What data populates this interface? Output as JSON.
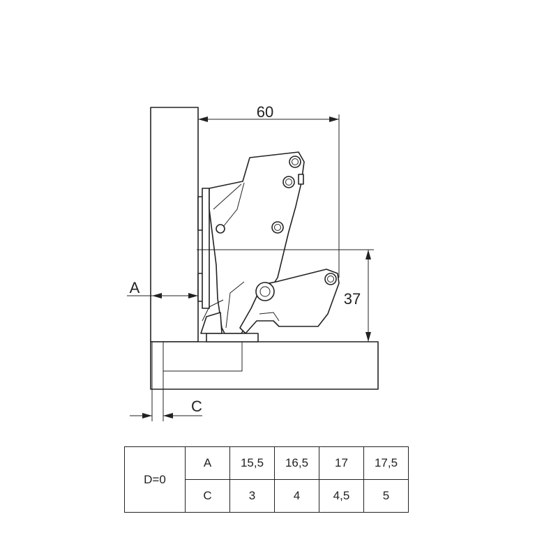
{
  "drawing": {
    "dimension_width": "60",
    "dimension_height": "37",
    "label_a": "A",
    "label_c": "C",
    "line_color": "#222222"
  },
  "table": {
    "d_label": "D=0",
    "row_a": {
      "label": "A",
      "values": [
        "15,5",
        "16,5",
        "17",
        "17,5"
      ]
    },
    "row_c": {
      "label": "C",
      "values": [
        "3",
        "4",
        "4,5",
        "5"
      ]
    }
  }
}
